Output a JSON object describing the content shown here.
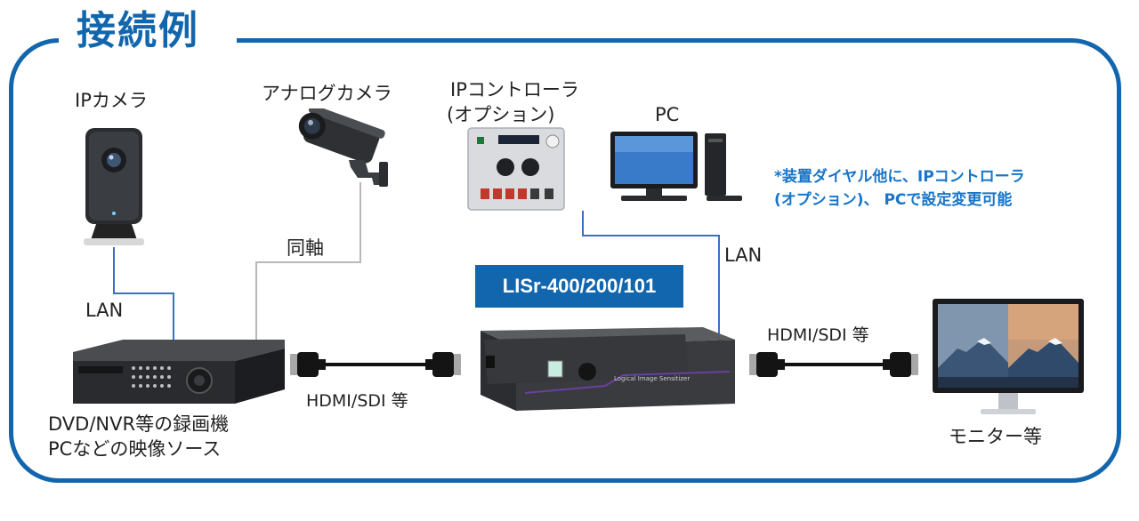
{
  "title": "接続例",
  "device_name": "LISr-400/200/101",
  "note": {
    "line1": "*装置ダイヤル他に、IPコントローラ",
    "line2": "(オプション)、 PCで設定変更可能"
  },
  "labels": {
    "ip_camera": "IPカメラ",
    "analog_camera": "アナログカメラ",
    "ip_controller_line1": "IPコントローラ",
    "ip_controller_line2": "(オプション)",
    "pc": "PC",
    "coax": "同軸",
    "lan_left": "LAN",
    "lan_right": "LAN",
    "source_line1": "DVD/NVR等の録画機",
    "source_line2": "PCなどの映像ソース",
    "hdmi_left": "HDMI/SDI 等",
    "hdmi_right": "HDMI/SDI 等",
    "monitor": "モニター等",
    "device_panel_text": "Logical Image Sensitizer"
  },
  "colors": {
    "frame": "#1266ad",
    "lan_wire": "#3b6fc4",
    "coax_wire": "#b8b8b8",
    "note": "#1875c8"
  }
}
